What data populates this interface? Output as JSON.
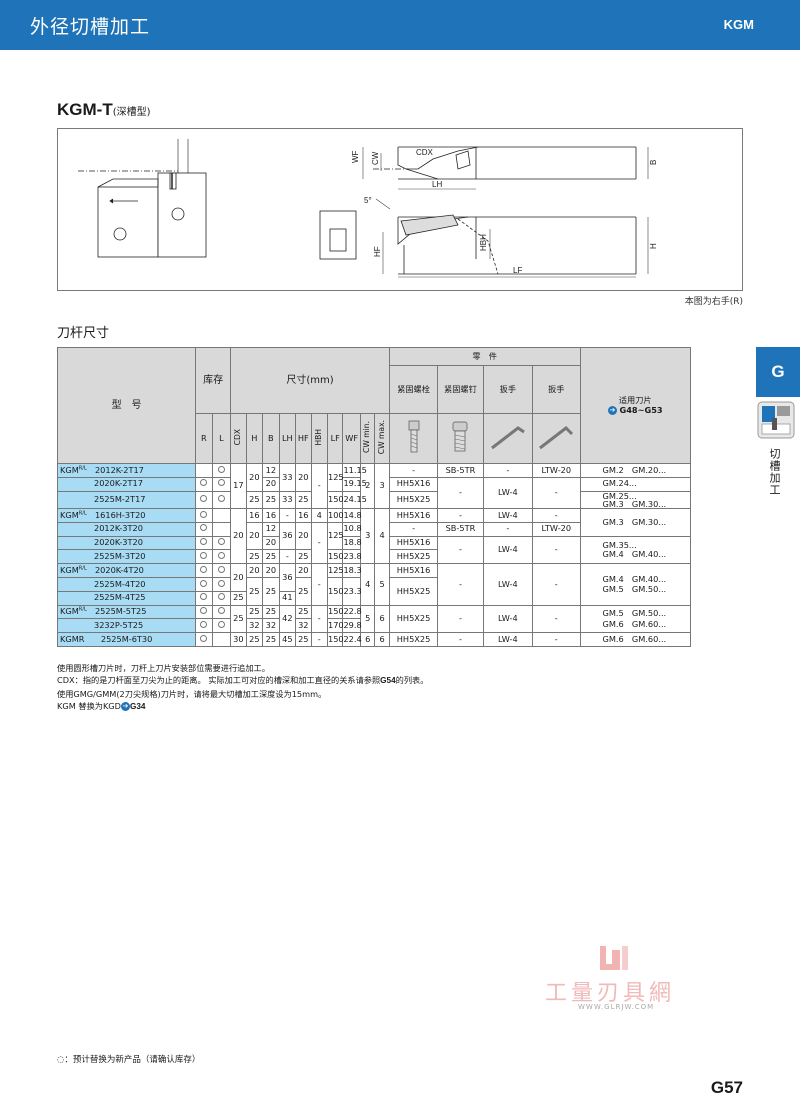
{
  "header": {
    "title": "外径切槽加工",
    "code": "KGM"
  },
  "section": {
    "title": "KGM-T",
    "subtitle": "(深槽型)"
  },
  "figure": {
    "labels": {
      "cdx": "CDX",
      "wf": "WF",
      "cw": "CW",
      "b": "B",
      "lh": "LH",
      "angle": "5°",
      "hf": "HF",
      "hbh": "HBH",
      "h": "H",
      "lf": "LF"
    },
    "note": "本图为右手(R)"
  },
  "table_title": "刀杆尺寸",
  "table": {
    "h_model": "型　号",
    "h_stock": "库存",
    "h_dims": "尺寸(mm)",
    "h_parts": "零　件",
    "h_blade": "适用刀片",
    "h_blade_ref": "G48~G53",
    "h_r": "R",
    "h_l": "L",
    "h_cdx": "CDX",
    "h_h": "H",
    "h_b": "B",
    "h_lh": "LH",
    "h_hf": "HF",
    "h_hbh": "HBH",
    "h_lf": "LF",
    "h_wf": "WF",
    "h_cwmin": "CW min.",
    "h_cwmax": "CW max.",
    "h_clamp_bolt": "紧固螺栓",
    "h_clamp_screw": "紧固螺钉",
    "h_wrench1": "扳手",
    "h_wrench2": "扳手",
    "g1": {
      "prefix": "KGM",
      "hand": "R/L",
      "m1": "2012K-2T17",
      "m2": "2020K-2T17",
      "m3": "2525M-2T17",
      "cdx": "17",
      "h12": "20",
      "h3": "25",
      "b1": "12",
      "b2": "20",
      "b3": "25",
      "lh12": "33",
      "hf12": "20",
      "hf3": "25",
      "hbh": "-",
      "lf12": "125",
      "lf3": "150",
      "wf1": "11.15",
      "wf2": "19.15",
      "wf3": "24.15",
      "cwmin": "2",
      "cwmax": "3",
      "bolt1": "-",
      "bolt2": "HH5X16",
      "bolt3": "HH5X25",
      "screw1": "SB-5TR",
      "screw23": "-",
      "wr1_1": "-",
      "wr1_23": "LW-4",
      "wr2_1": "LTW-20",
      "wr2_23": "-",
      "blade1": "GM.2　GM.20...",
      "blade2": "GM.24...",
      "blade3": "GM.25...",
      "blade4": "GM.3　GM.30..."
    },
    "g2": {
      "prefix": "KGM",
      "hand": "R/L",
      "m1": "1616H-3T20",
      "m2": "2012K-3T20",
      "m3": "2020K-3T20",
      "m4": "2525M-3T20",
      "cdx": "20",
      "h1": "16",
      "h23": "20",
      "h4": "25",
      "b1": "16",
      "b2": "12",
      "b3": "20",
      "b4": "25",
      "lh1": "-",
      "lh23": "36",
      "lh4": "-",
      "hf1": "16",
      "hf23": "20",
      "hf4": "25",
      "hbh1": "4",
      "hbh234": "-",
      "lf1": "100",
      "lf23": "125",
      "lf4": "150",
      "wf1": "14.8",
      "wf2": "10.8",
      "wf3": "18.8",
      "wf4": "23.8",
      "cwmin": "3",
      "cwmax": "4",
      "bolt1": "HH5X16",
      "bolt2": "-",
      "bolt3": "HH5X16",
      "bolt4": "HH5X25",
      "screw1": "-",
      "screw2": "SB-5TR",
      "screw34": "-",
      "wr1_1": "LW-4",
      "wr1_2": "-",
      "wr1_34": "LW-4",
      "wr2_1": "-",
      "wr2_2": "LTW-20",
      "wr2_34": "-",
      "blade1": "GM.3　GM.30...",
      "blade2": "GM.35...",
      "blade3": "GM.4　GM.40..."
    },
    "g3": {
      "prefix": "KGM",
      "hand": "R/L",
      "m1": "2020K-4T20",
      "m2": "2525M-4T20",
      "m3": "2525M-4T25",
      "cdx12": "20",
      "cdx3": "25",
      "h1": "20",
      "h23": "25",
      "b1": "20",
      "b23": "25",
      "lh12": "36",
      "lh3": "41",
      "hf1": "20",
      "hf23": "25",
      "hbh": "-",
      "lf1": "125",
      "lf23": "150",
      "wf1": "18.3",
      "wf23": "23.3",
      "cwmin": "4",
      "cwmax": "5",
      "bolt1": "HH5X16",
      "bolt23": "HH5X25",
      "screw": "-",
      "wr1": "LW-4",
      "wr2": "-",
      "blade1": "GM.4　GM.40...",
      "blade2": "GM.5　GM.50..."
    },
    "g4": {
      "prefix": "KGM",
      "hand": "R/L",
      "m1": "2525M-5T25",
      "m2": "3232P-5T25",
      "cdx": "25",
      "h1": "25",
      "h2": "32",
      "b1": "25",
      "b2": "32",
      "lh": "42",
      "hf1": "25",
      "hf2": "32",
      "hbh": "-",
      "lf1": "150",
      "lf2": "170",
      "wf1": "22.8",
      "wf2": "29.8",
      "cwmin": "5",
      "cwmax": "6",
      "bolt": "HH5X25",
      "screw": "-",
      "wr1": "LW-4",
      "wr2": "-",
      "blade1": "GM.5　GM.50...",
      "blade2": "GM.6　GM.60..."
    },
    "g5": {
      "prefix": "KGMR",
      "m1": "2525M-6T30",
      "cdx": "30",
      "h": "25",
      "b": "25",
      "lh": "45",
      "hf": "25",
      "hbh": "-",
      "lf": "150",
      "wf": "22.4",
      "cwmin": "6",
      "cwmax": "6",
      "bolt": "HH5X25",
      "screw": "-",
      "wr1": "LW-4",
      "wr2": "-",
      "blade": "GM.6　GM.60..."
    }
  },
  "notes": {
    "n1": "使用圆形槽刀片时，刀杆上刀片安装部位需要进行追加工。",
    "n2a": "CDX：指的是刀杆面至刀尖为止的距离。 实际加工可对应的槽深和加工直径的关系请参照",
    "n2ref": "G54",
    "n2b": "的列表。",
    "n3": "使用GMG/GMM(2刀尖规格)刀片时，请将最大切槽加工深度设为15mm。",
    "n4a": "KGM 替换为KGD",
    "n4ref": "G34"
  },
  "side": {
    "tab": "G",
    "label": "切槽加工"
  },
  "watermark": {
    "text": "工量刃具網",
    "url": "WWW.GLRJW.COM"
  },
  "footnote": "◌：预计替换为新产品（请确认库存）",
  "page": "G57"
}
